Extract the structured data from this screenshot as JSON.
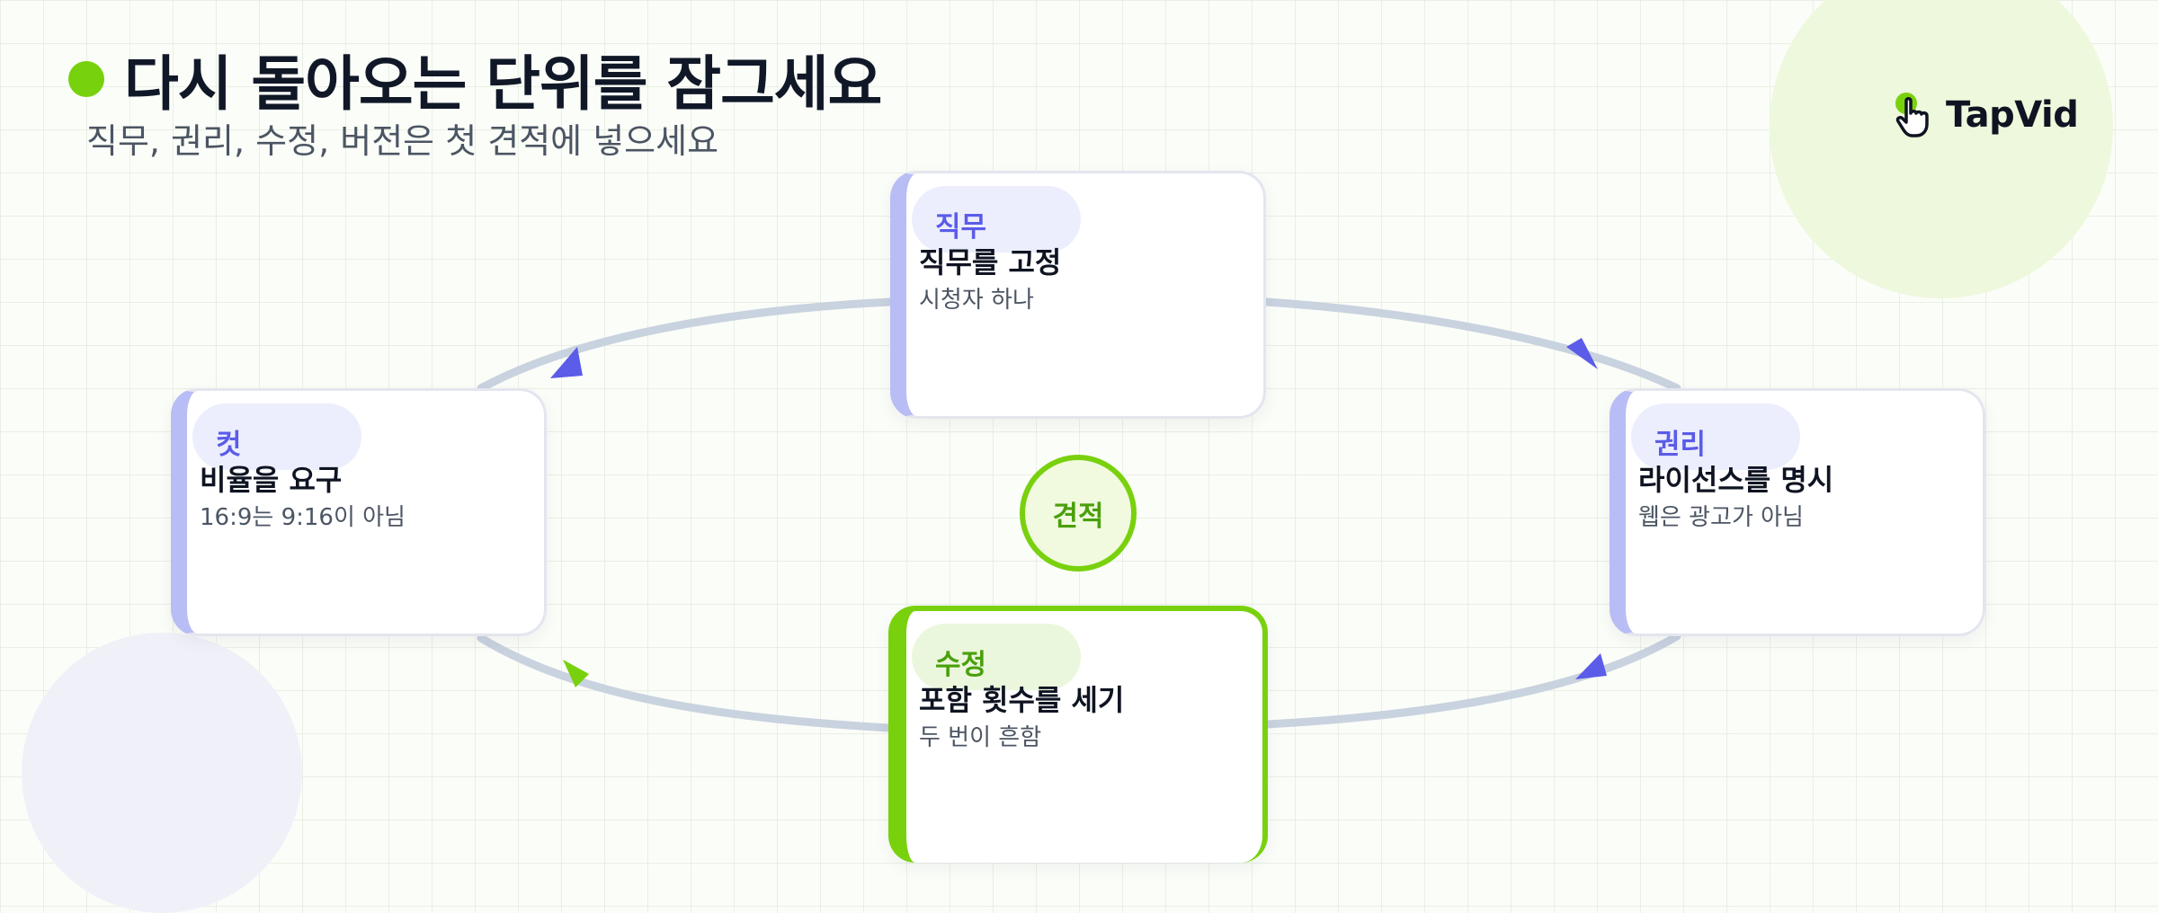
{
  "header": {
    "title": "다시 돌아오는 단위를 잠그세요",
    "subtitle": "직무, 권리, 수정, 버전은 첫 견적에 넣으세요"
  },
  "logo": {
    "text": "TapVid",
    "icon": "pointing-hand-icon"
  },
  "center": {
    "label": "견적"
  },
  "cards": {
    "direct": {
      "tag": "직무",
      "title": "직무를 고정",
      "desc": "시청자 하나"
    },
    "cut": {
      "tag": "컷",
      "title": "비율을 요구",
      "desc": "16:9는 9:16이 아님"
    },
    "rights": {
      "tag": "권리",
      "title": "라이선스를 명시",
      "desc": "웹은 광고가 아님"
    },
    "revise": {
      "tag": "수정",
      "title": "포함 횟수를 세기",
      "desc": "두 번이 흔함"
    }
  },
  "colors": {
    "accent_green": "#79d10e",
    "accent_indigo": "#5b5ce8",
    "connector": "#c9d2df",
    "text_dark": "#0f1422"
  }
}
